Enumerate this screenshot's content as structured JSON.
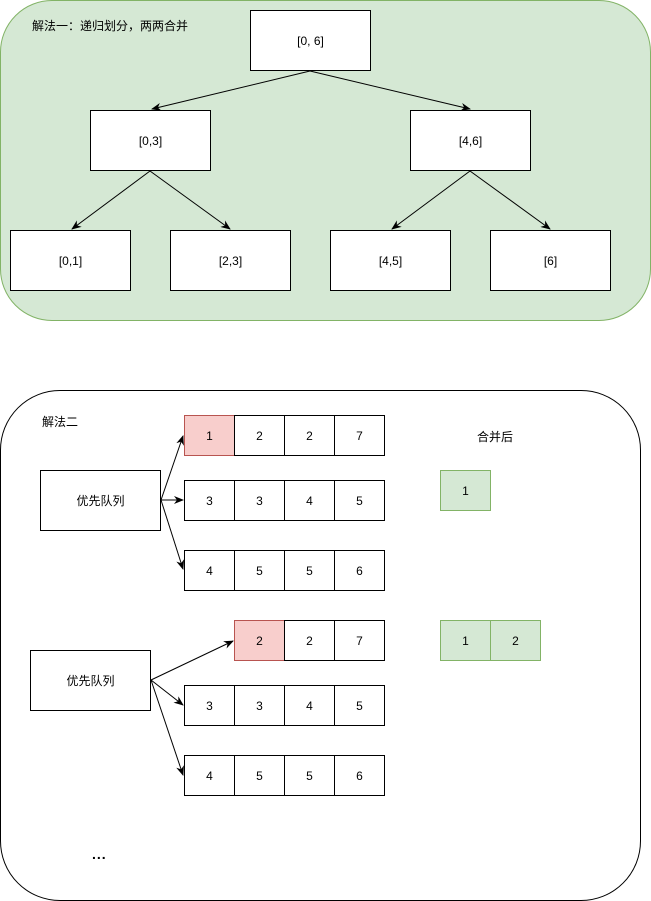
{
  "section1": {
    "title": "解法一：递归划分，两两合并",
    "root": "[0, 6]",
    "level1": [
      "[0,3]",
      "[4,6]"
    ],
    "level2": [
      "[0,1]",
      "[2,3]",
      "[4,5]",
      "[6]"
    ]
  },
  "section2": {
    "title": "解法二",
    "merged_label": "合并后",
    "step1": {
      "queue_label": "优先队列",
      "rows": [
        [
          "1",
          "2",
          "2",
          "7"
        ],
        [
          "3",
          "3",
          "4",
          "5"
        ],
        [
          "4",
          "5",
          "5",
          "6"
        ]
      ],
      "merged": [
        "1"
      ]
    },
    "step2": {
      "queue_label": "优先队列",
      "rows": [
        [
          "2",
          "2",
          "7"
        ],
        [
          "3",
          "3",
          "4",
          "5"
        ],
        [
          "4",
          "5",
          "5",
          "6"
        ]
      ],
      "merged": [
        "1",
        "2"
      ]
    },
    "ellipsis": "..."
  },
  "colors": {
    "panel_green_fill": "#d5e8d4",
    "panel_green_stroke": "#82b366",
    "highlight_red_fill": "#f8cecc",
    "highlight_red_stroke": "#b85450"
  }
}
